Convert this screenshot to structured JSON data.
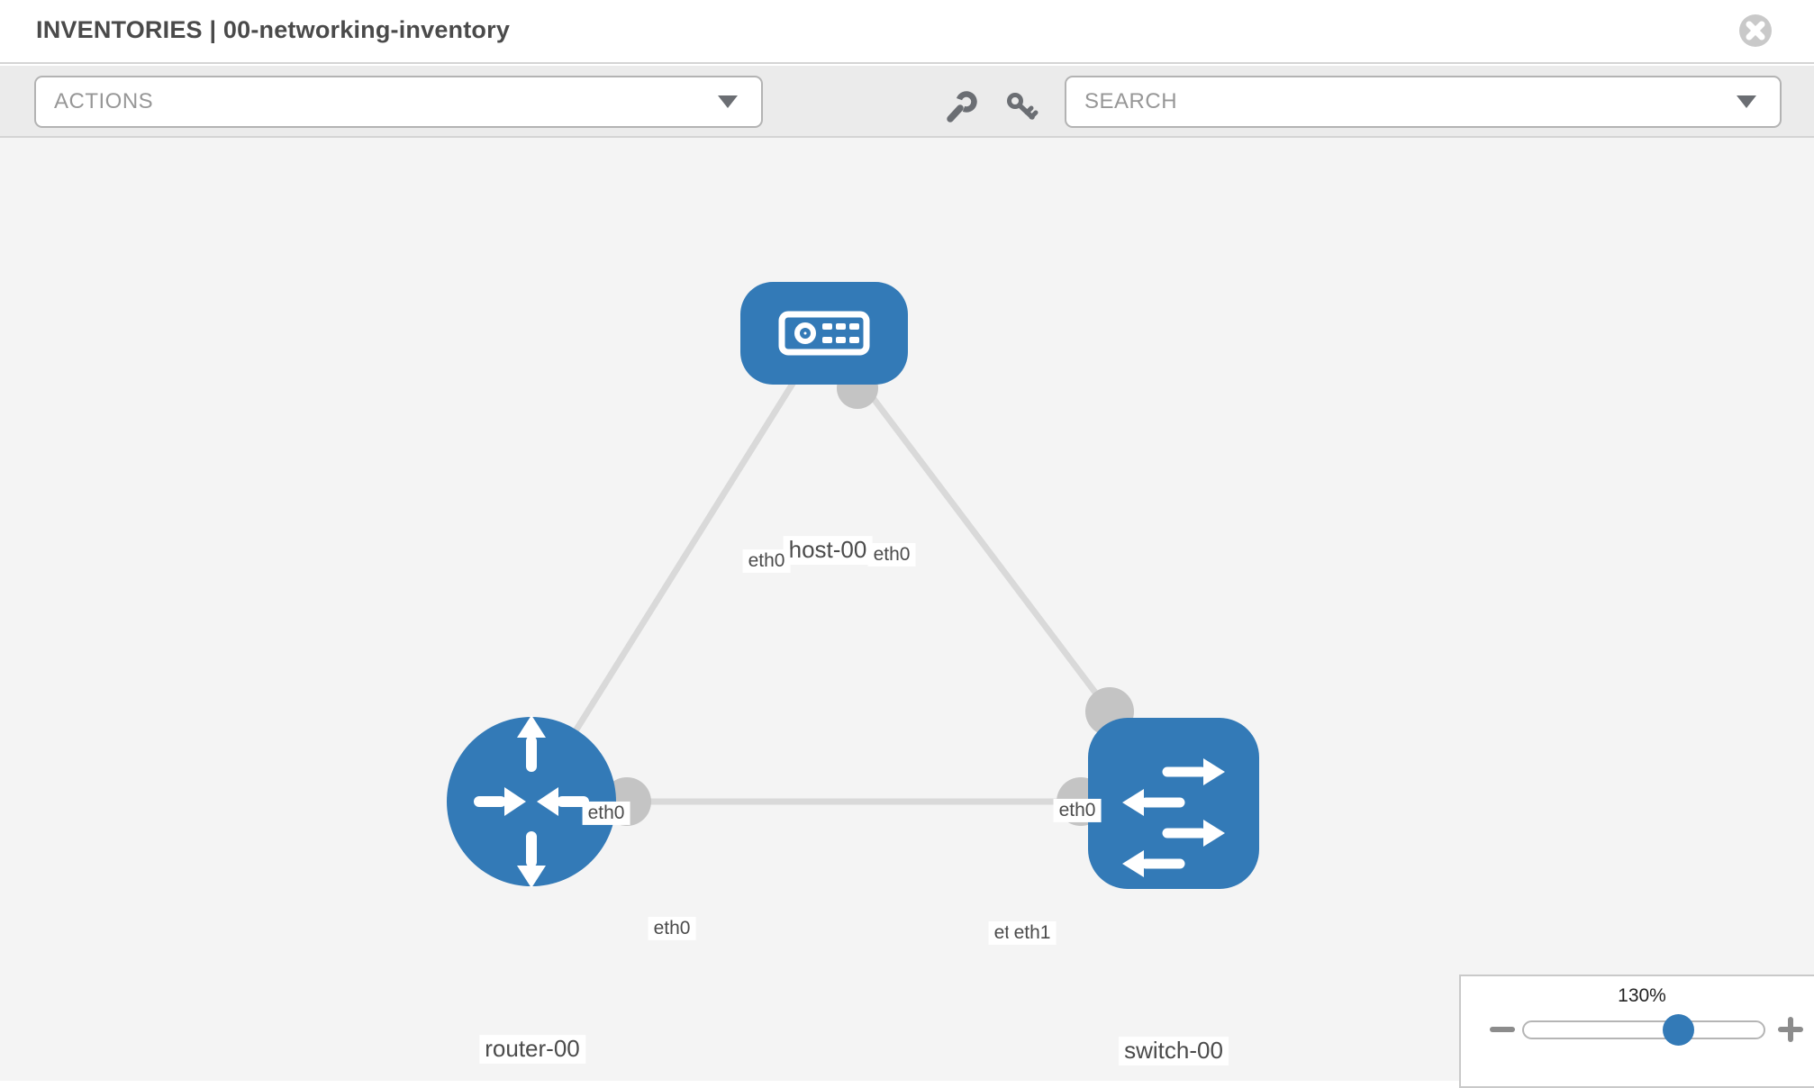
{
  "header": {
    "title": "INVENTORIES | 00-networking-inventory",
    "close_icon": "circle-x"
  },
  "toolbar": {
    "actions_label": "ACTIONS",
    "search_placeholder": "SEARCH",
    "tool_icons": [
      "wrench",
      "key"
    ]
  },
  "diagram": {
    "nodes": [
      {
        "id": "host-00",
        "label": "host-00",
        "type": "host",
        "icon": "server-icon",
        "color": "#337ab7"
      },
      {
        "id": "router-00",
        "label": "router-00",
        "type": "router",
        "icon": "router-icon",
        "color": "#337ab7"
      },
      {
        "id": "switch-00",
        "label": "switch-00",
        "type": "switch",
        "icon": "switch-icon",
        "color": "#337ab7"
      }
    ],
    "links": [
      {
        "from": "host-00",
        "to": "router-00",
        "from_interface": "eth0",
        "to_interface": "eth0"
      },
      {
        "from": "host-00",
        "to": "switch-00",
        "from_interface": "eth0",
        "to_interface": "eth0"
      },
      {
        "from": "router-00",
        "to": "switch-00",
        "from_interface": "eth0",
        "to_interface": "eth1"
      }
    ],
    "interfaces": [
      {
        "label": "eth0",
        "near": "host-00",
        "link": "host-router"
      },
      {
        "label": "eth0",
        "near": "host-00",
        "link": "host-switch"
      },
      {
        "label": "eth0",
        "near": "router-00",
        "link": "host-router"
      },
      {
        "label": "eth0",
        "near": "switch-00",
        "link": "host-switch"
      },
      {
        "label": "eth0",
        "near": "router-00",
        "link": "router-switch"
      },
      {
        "label": "eth0",
        "near": "switch-00",
        "link": "router-switch"
      },
      {
        "label": "eth1",
        "near": "switch-00",
        "link": "router-switch"
      }
    ],
    "link_color": "#d9d9d9",
    "connector_color": "#c4c4c4"
  },
  "zoom_panel": {
    "level": "130%",
    "zoom_out_icon": "minus-icon",
    "zoom_in_icon": "plus-icon"
  }
}
